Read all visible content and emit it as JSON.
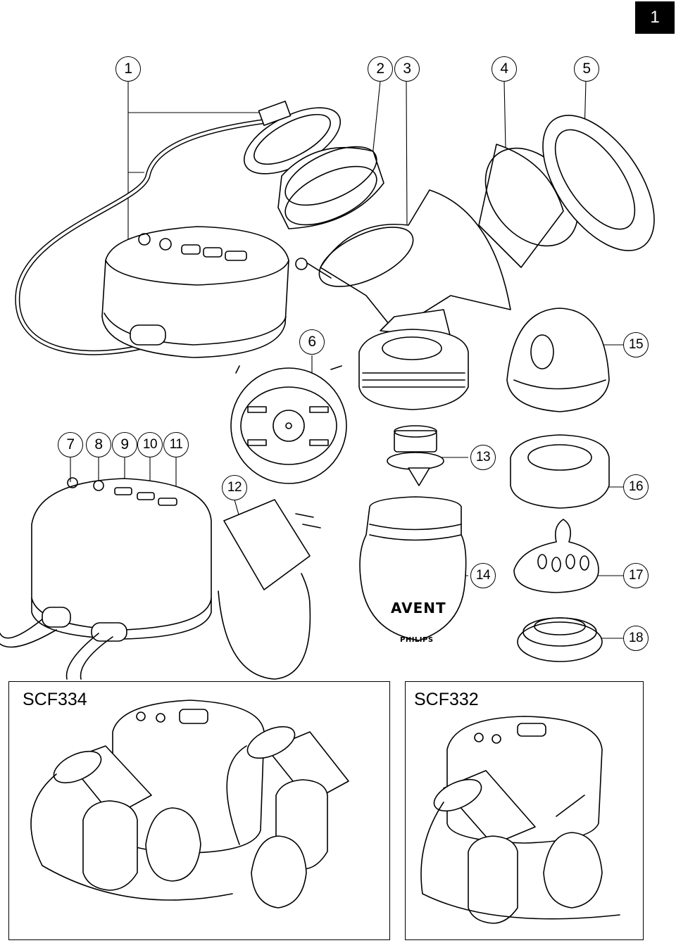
{
  "page": {
    "number": "1"
  },
  "callouts": [
    {
      "id": "c1",
      "label": "1"
    },
    {
      "id": "c2",
      "label": "2"
    },
    {
      "id": "c3",
      "label": "3"
    },
    {
      "id": "c4",
      "label": "4"
    },
    {
      "id": "c5",
      "label": "5"
    },
    {
      "id": "c6",
      "label": "6"
    },
    {
      "id": "c7",
      "label": "7"
    },
    {
      "id": "c8",
      "label": "8"
    },
    {
      "id": "c9",
      "label": "9"
    },
    {
      "id": "c10",
      "label": "10"
    },
    {
      "id": "c11",
      "label": "11"
    },
    {
      "id": "c12",
      "label": "12"
    },
    {
      "id": "c13",
      "label": "13"
    },
    {
      "id": "c14",
      "label": "14"
    },
    {
      "id": "c15",
      "label": "15"
    },
    {
      "id": "c16",
      "label": "16"
    },
    {
      "id": "c17",
      "label": "17"
    },
    {
      "id": "c18",
      "label": "18"
    }
  ],
  "bottle_branding": {
    "logo": "AVENT",
    "maker": "PHILIPS"
  },
  "models": {
    "left": "SCF334",
    "right": "SCF332"
  }
}
